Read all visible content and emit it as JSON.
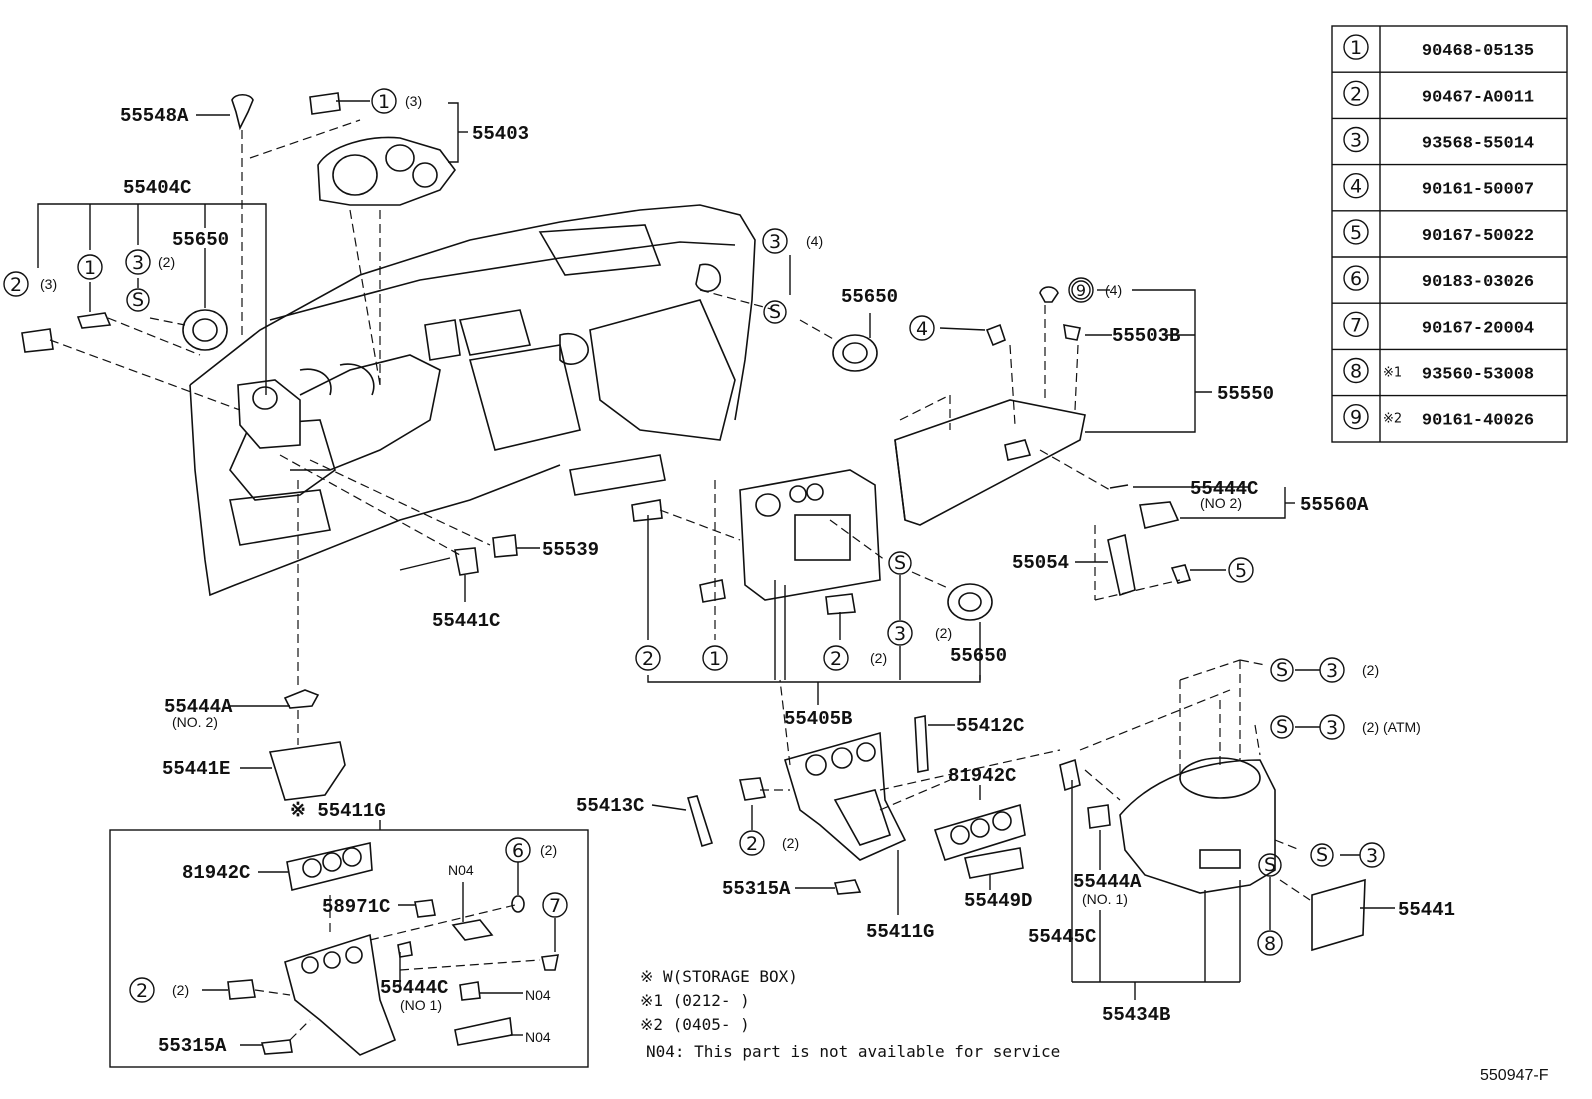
{
  "callouts": {
    "c55548A": "55548A",
    "c55403": "55403",
    "c55404C": "55404C",
    "c55650_left": "55650",
    "c55650_top": "55650",
    "c55650_mid": "55650",
    "c55503B": "55503B",
    "c55550": "55550",
    "c55444C_right": "55444C",
    "c55444C_right_sub": "(NO 2)",
    "c55560A": "55560A",
    "c55054": "55054",
    "c55539": "55539",
    "c55441C": "55441C",
    "c55444A_left": "55444A",
    "c55444A_left_sub": "(NO. 2)",
    "c55441E": "55441E",
    "c55411G_box": "※ 55411G",
    "c81942C_box": "81942C",
    "c58971C": "58971C",
    "cN04_a": "N04",
    "cN04_b": "N04",
    "cN04_c": "N04",
    "c55444C_box": "55444C",
    "c55444C_box_sub": "(NO 1)",
    "c55315A_box": "55315A",
    "c55405B": "55405B",
    "c55412C": "55412C",
    "c81942C_mid": "81942C",
    "c55413C": "55413C",
    "c55315A_mid": "55315A",
    "c55449D": "55449D",
    "c55411G_mid": "55411G",
    "c55444A_right": "55444A",
    "c55444A_right_sub": "(NO. 1)",
    "c55445C": "55445C",
    "c55434B": "55434B",
    "c55441": "55441",
    "q3": "(3)",
    "q4": "(4)",
    "q2": "(2)",
    "q2atm": "(2) (ATM)"
  },
  "symbols": {
    "s1": "1",
    "s2": "2",
    "s3": "3",
    "s4": "4",
    "s5": "5",
    "s6": "6",
    "s7": "7",
    "s8": "8",
    "s9": "9",
    "sS": "S"
  },
  "parts_table": [
    {
      "key": "1",
      "mark": "",
      "part": "90468-05135"
    },
    {
      "key": "2",
      "mark": "",
      "part": "90467-A0011"
    },
    {
      "key": "3",
      "mark": "",
      "part": "93568-55014"
    },
    {
      "key": "4",
      "mark": "",
      "part": "90161-50007"
    },
    {
      "key": "5",
      "mark": "",
      "part": "90167-50022"
    },
    {
      "key": "6",
      "mark": "",
      "part": "90183-03026"
    },
    {
      "key": "7",
      "mark": "",
      "part": "90167-20004"
    },
    {
      "key": "8",
      "mark": "※1",
      "part": "93560-53008"
    },
    {
      "key": "9",
      "mark": "※2",
      "part": "90161-40026"
    }
  ],
  "notes": {
    "w": "※ W(STORAGE BOX)",
    "n1": "※1 (0212-      )",
    "n2": "※2 (0405-      )",
    "n04": "N04: This part is not available for service"
  },
  "reference_code": "550947-F"
}
